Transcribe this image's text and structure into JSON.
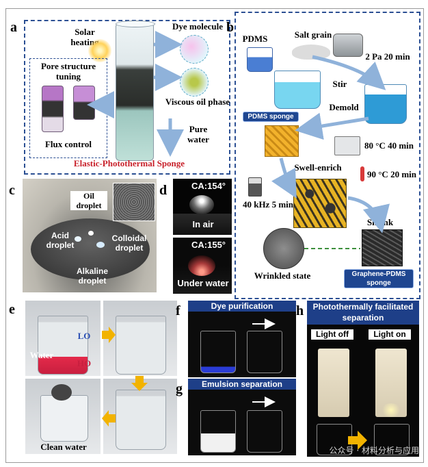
{
  "panels": {
    "a": {
      "letter": "a",
      "solar_heating": "Solar heating",
      "dye_molecule": "Dye molecule",
      "viscous_oil": "Viscous oil phase",
      "pure_water": "Pure water",
      "pore_structure": "Pore structure tuning",
      "flux_control": "Flux control",
      "title": "Elastic-Photothermal Sponge"
    },
    "b": {
      "letter": "b",
      "pdms": "PDMS",
      "salt_grain": "Salt grain",
      "pressure": "2 Pa 20 min",
      "stir": "Stir",
      "demold": "Demold",
      "pdms_sponge": "PDMS sponge",
      "cure": "80 °C 40 min",
      "swell_enrich": "Swell-enrich",
      "temp90": "90 °C 20 min",
      "sonic": "40 kHz 5 min",
      "shrink": "Shrink",
      "wrinkled": "Wrinkled state",
      "graphene_pdms": "Graphene-PDMS sponge"
    },
    "c": {
      "letter": "c",
      "oil_droplet": "Oil droplet",
      "acid_droplet": "Acid droplet",
      "colloidal_droplet": "Colloidal droplet",
      "alkaline_droplet": "Alkaline droplet"
    },
    "d": {
      "letter": "d",
      "ca_air": "CA:154°",
      "in_air": "In air",
      "ca_water": "CA:155°",
      "under_water": "Under water"
    },
    "e": {
      "letter": "e",
      "lo": "LO",
      "ho": "HO",
      "water": "Water",
      "clean_water": "Clean water"
    },
    "f": {
      "letter": "f",
      "title": "Dye purification"
    },
    "g": {
      "letter": "g",
      "title": "Emulsion separation"
    },
    "h": {
      "letter": "h",
      "title": "Photothermally facilitated separation",
      "light_off": "Light off",
      "light_on": "Light on"
    }
  },
  "watermark": "公众号 · 材料分析与应用",
  "colors": {
    "frame_blue": "#2b4f93",
    "title_red": "#c8202a",
    "band_blue": "#1e3f88",
    "arrow_yellow": "#f2b300"
  }
}
